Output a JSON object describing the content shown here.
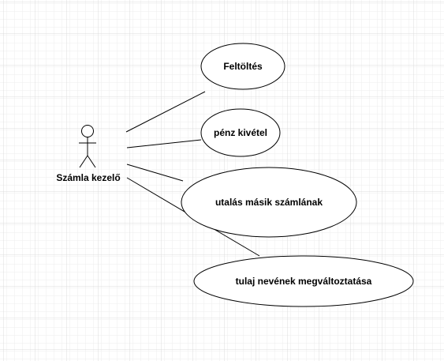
{
  "diagram": {
    "actor": {
      "label": "Számla kezelő"
    },
    "use_cases": [
      {
        "label": "Feltöltés"
      },
      {
        "label": "pénz kivétel"
      },
      {
        "label": "utalás másik számlának"
      },
      {
        "label": "tulaj nevének megváltoztatása"
      }
    ]
  },
  "colors": {
    "background": "#ffffff",
    "grid_line": "#e6e6e6",
    "stroke": "#000000",
    "fill": "#ffffff"
  }
}
